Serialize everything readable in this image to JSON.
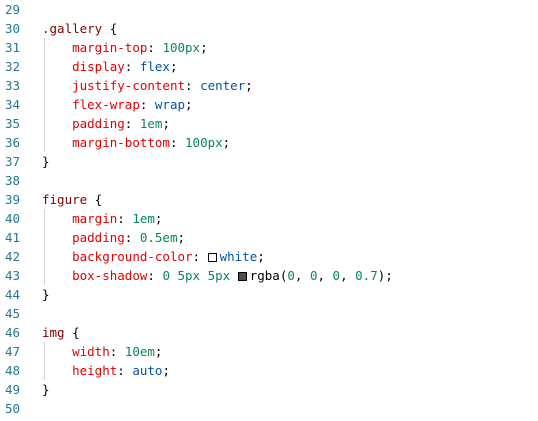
{
  "editor": {
    "lines": [
      {
        "n": "29",
        "tokens": []
      },
      {
        "n": "30",
        "tokens": [
          {
            "t": "sel",
            "v": ".gallery"
          },
          {
            "t": "punc",
            "v": " {"
          }
        ]
      },
      {
        "n": "31",
        "tokens": [
          {
            "t": "indent",
            "v": "    "
          },
          {
            "t": "prop",
            "v": "margin-top"
          },
          {
            "t": "punc",
            "v": ": "
          },
          {
            "t": "num",
            "v": "100px"
          },
          {
            "t": "punc",
            "v": ";"
          }
        ]
      },
      {
        "n": "32",
        "tokens": [
          {
            "t": "indent",
            "v": "    "
          },
          {
            "t": "prop",
            "v": "display"
          },
          {
            "t": "punc",
            "v": ": "
          },
          {
            "t": "val",
            "v": "flex"
          },
          {
            "t": "punc",
            "v": ";"
          }
        ]
      },
      {
        "n": "33",
        "tokens": [
          {
            "t": "indent",
            "v": "    "
          },
          {
            "t": "prop",
            "v": "justify-content"
          },
          {
            "t": "punc",
            "v": ": "
          },
          {
            "t": "val",
            "v": "center"
          },
          {
            "t": "punc",
            "v": ";"
          }
        ]
      },
      {
        "n": "34",
        "tokens": [
          {
            "t": "indent",
            "v": "    "
          },
          {
            "t": "prop",
            "v": "flex-wrap"
          },
          {
            "t": "punc",
            "v": ": "
          },
          {
            "t": "val",
            "v": "wrap"
          },
          {
            "t": "punc",
            "v": ";"
          }
        ]
      },
      {
        "n": "35",
        "tokens": [
          {
            "t": "indent",
            "v": "    "
          },
          {
            "t": "prop",
            "v": "padding"
          },
          {
            "t": "punc",
            "v": ": "
          },
          {
            "t": "num",
            "v": "1em"
          },
          {
            "t": "punc",
            "v": ";"
          }
        ]
      },
      {
        "n": "36",
        "tokens": [
          {
            "t": "indent",
            "v": "    "
          },
          {
            "t": "prop",
            "v": "margin-bottom"
          },
          {
            "t": "punc",
            "v": ": "
          },
          {
            "t": "num",
            "v": "100px"
          },
          {
            "t": "punc",
            "v": ";"
          }
        ]
      },
      {
        "n": "37",
        "tokens": [
          {
            "t": "punc",
            "v": "}"
          }
        ]
      },
      {
        "n": "38",
        "tokens": []
      },
      {
        "n": "39",
        "tokens": [
          {
            "t": "sel",
            "v": "figure"
          },
          {
            "t": "punc",
            "v": " {"
          }
        ]
      },
      {
        "n": "40",
        "tokens": [
          {
            "t": "indent",
            "v": "    "
          },
          {
            "t": "prop",
            "v": "margin"
          },
          {
            "t": "punc",
            "v": ": "
          },
          {
            "t": "num",
            "v": "1em"
          },
          {
            "t": "punc",
            "v": ";"
          }
        ]
      },
      {
        "n": "41",
        "tokens": [
          {
            "t": "indent",
            "v": "    "
          },
          {
            "t": "prop",
            "v": "padding"
          },
          {
            "t": "punc",
            "v": ": "
          },
          {
            "t": "num",
            "v": "0.5em"
          },
          {
            "t": "punc",
            "v": ";"
          }
        ]
      },
      {
        "n": "42",
        "tokens": [
          {
            "t": "indent",
            "v": "    "
          },
          {
            "t": "prop",
            "v": "background-color"
          },
          {
            "t": "punc",
            "v": ": "
          },
          {
            "t": "swatch",
            "v": "#ffffff"
          },
          {
            "t": "val",
            "v": "white"
          },
          {
            "t": "punc",
            "v": ";"
          }
        ]
      },
      {
        "n": "43",
        "tokens": [
          {
            "t": "indent",
            "v": "    "
          },
          {
            "t": "prop",
            "v": "box-shadow"
          },
          {
            "t": "punc",
            "v": ": "
          },
          {
            "t": "num",
            "v": "0"
          },
          {
            "t": "punc",
            "v": " "
          },
          {
            "t": "num",
            "v": "5px"
          },
          {
            "t": "punc",
            "v": " "
          },
          {
            "t": "num",
            "v": "5px"
          },
          {
            "t": "punc",
            "v": " "
          },
          {
            "t": "swatch",
            "v": "#4d4d4d"
          },
          {
            "t": "punc",
            "v": "rgba("
          },
          {
            "t": "num",
            "v": "0"
          },
          {
            "t": "punc",
            "v": ", "
          },
          {
            "t": "num",
            "v": "0"
          },
          {
            "t": "punc",
            "v": ", "
          },
          {
            "t": "num",
            "v": "0"
          },
          {
            "t": "punc",
            "v": ", "
          },
          {
            "t": "num",
            "v": "0.7"
          },
          {
            "t": "punc",
            "v": ");"
          }
        ]
      },
      {
        "n": "44",
        "tokens": [
          {
            "t": "punc",
            "v": "}"
          }
        ]
      },
      {
        "n": "45",
        "tokens": []
      },
      {
        "n": "46",
        "tokens": [
          {
            "t": "sel",
            "v": "img"
          },
          {
            "t": "punc",
            "v": " {"
          }
        ]
      },
      {
        "n": "47",
        "tokens": [
          {
            "t": "indent",
            "v": "    "
          },
          {
            "t": "prop",
            "v": "width"
          },
          {
            "t": "punc",
            "v": ": "
          },
          {
            "t": "num",
            "v": "10em"
          },
          {
            "t": "punc",
            "v": ";"
          }
        ]
      },
      {
        "n": "48",
        "tokens": [
          {
            "t": "indent",
            "v": "    "
          },
          {
            "t": "prop",
            "v": "height"
          },
          {
            "t": "punc",
            "v": ": "
          },
          {
            "t": "val",
            "v": "auto"
          },
          {
            "t": "punc",
            "v": ";"
          }
        ]
      },
      {
        "n": "49",
        "tokens": [
          {
            "t": "punc",
            "v": "}"
          }
        ]
      },
      {
        "n": "50",
        "tokens": []
      }
    ],
    "colors": {
      "line_number": "#237893",
      "selector": "#800000",
      "property": "#e50000",
      "value": "#0451a5",
      "number": "#098658"
    }
  }
}
